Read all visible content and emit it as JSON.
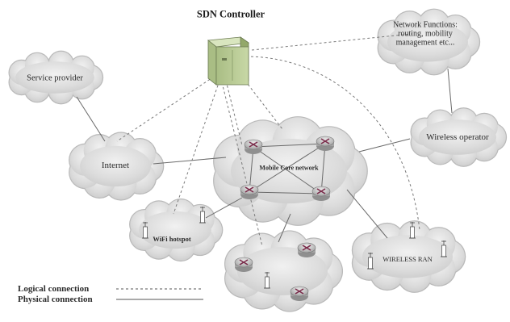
{
  "controller": {
    "label": "SDN Controller"
  },
  "clouds": {
    "network_functions": {
      "line1": "Network Functions:",
      "line2": "routing, mobility",
      "line3": "management etc..."
    },
    "service_provider": {
      "label": "Service provider"
    },
    "internet": {
      "label": "Internet"
    },
    "wireless_operator": {
      "label": "Wireless operator"
    },
    "mobile_core": {
      "label": "Mobile Core network"
    },
    "wifi_hotspot": {
      "label": "WiFi hotspot"
    },
    "wireless_ran": {
      "label": "WIRELESS RAN"
    }
  },
  "legend": {
    "logical": "Logical connection",
    "physical": "Physical connection"
  },
  "colors": {
    "cloud_fill": "#dcdcdc",
    "cloud_edge": "#b9b9b9",
    "controller_green": "#b9cc95",
    "router_body": "#c9c9c9",
    "router_mark": "#7a2b4a",
    "link": "#555555"
  }
}
